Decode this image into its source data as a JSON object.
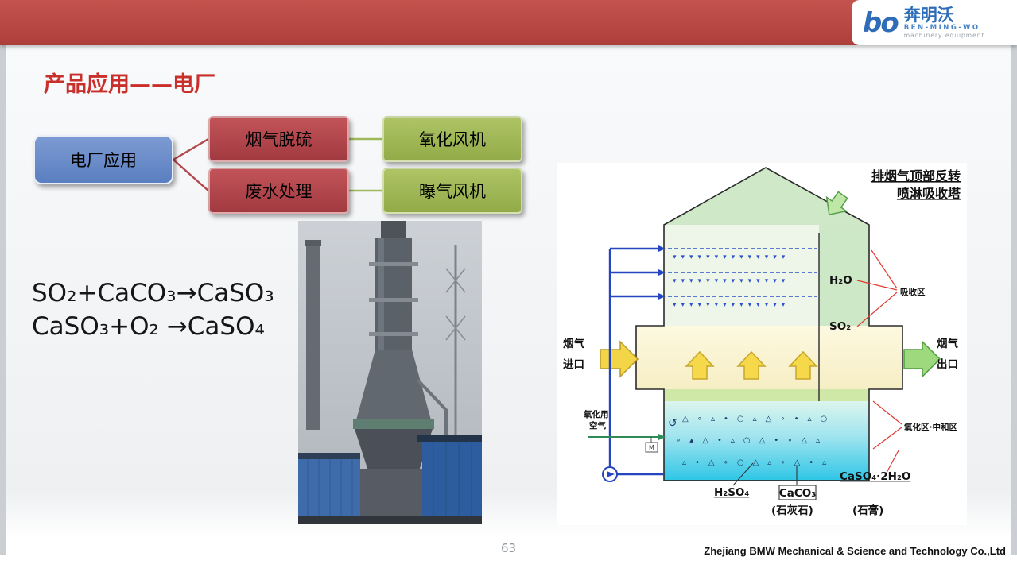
{
  "header": {
    "logo_mark": "bo",
    "logo_name": "奔明沃",
    "logo_sub": "BEN-MING-WO",
    "logo_tagline": "machinery equipment"
  },
  "slide": {
    "title": "产品应用——电厂",
    "page_number": "63",
    "footer": "Zhejiang BMW Mechanical & Science and Technology Co.,Ltd"
  },
  "colors": {
    "header_red": "#b9443f",
    "title_red": "#c9302c",
    "node_blue": "#6487c5",
    "node_red": "#b4494e",
    "node_green": "#a0b957"
  },
  "flowchart": {
    "root": "电厂应用",
    "branches": [
      {
        "mid": "烟气脱硫",
        "leaf": "氧化风机"
      },
      {
        "mid": "废水处理",
        "leaf": "曝气风机"
      }
    ]
  },
  "formulas": {
    "line1": "SO₂+CaCO₃→CaSO₃",
    "line2": "CaSO₃+O₂ →CaSO₄"
  },
  "diagram": {
    "heading1": "排烟气顶部反转",
    "heading2": "喷淋吸收塔",
    "labels": {
      "h2o": "H₂O",
      "so2": "SO₂",
      "absorption_zone": "吸收区",
      "inlet1": "烟气",
      "inlet2": "进口",
      "outlet1": "烟气",
      "outlet2": "出口",
      "air1": "氧化用",
      "air2": "空气",
      "oxidation_zone": "氧化区·中和区",
      "h2so4": "H₂SO₄",
      "caco3": "CaCO₃",
      "caso4": "CaSO₄·2H₂O",
      "limestone": "(石灰石)",
      "gypsum": "(石膏)",
      "motor": "M"
    },
    "decor": {
      "spray_row": "▾▾▾▾▾▾▾▾▾▾▾▾▾▾",
      "liquid_row1": "△∘▵•○▵△∘•▵○",
      "liquid_row2": "∘▴△•▵○△•∘△▵",
      "liquid_row3": "▵•△∘○△▵∘△•▵",
      "swirl": "↺"
    }
  }
}
